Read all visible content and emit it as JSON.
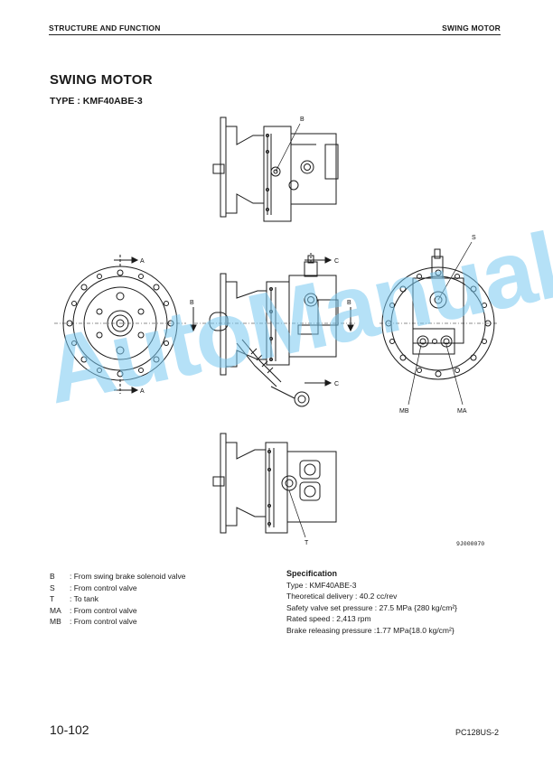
{
  "header": {
    "left": "STRUCTURE AND FUNCTION",
    "right": "SWING MOTOR"
  },
  "title": "SWING MOTOR",
  "subtitle": "TYPE : KMF40ABE-3",
  "drawing": {
    "labels": {
      "B": "B",
      "S": "S",
      "A": "A",
      "C": "C",
      "MB": "MB",
      "MA": "MA",
      "T": "T"
    },
    "code": "9J000070"
  },
  "legend": [
    {
      "key": "B",
      "text": ": From swing brake solenoid valve"
    },
    {
      "key": "S",
      "text": ": From control valve"
    },
    {
      "key": "T",
      "text": ": To tank"
    },
    {
      "key": "MA",
      "text": ": From control valve"
    },
    {
      "key": "MB",
      "text": ": From control valve"
    }
  ],
  "specification": {
    "heading": "Specification",
    "lines": [
      "Type : KMF40ABE-3",
      "Theoretical delivery : 40.2 cc/rev",
      "Safety valve set pressure : 27.5 MPa {280 kg/cm²}",
      "Rated speed : 2,413 rpm",
      "Brake releasing pressure :1.77 MPa{18.0 kg/cm²}"
    ]
  },
  "footer": {
    "page": "10-102",
    "model": "PC128US-2"
  },
  "watermark": "AutoManual"
}
